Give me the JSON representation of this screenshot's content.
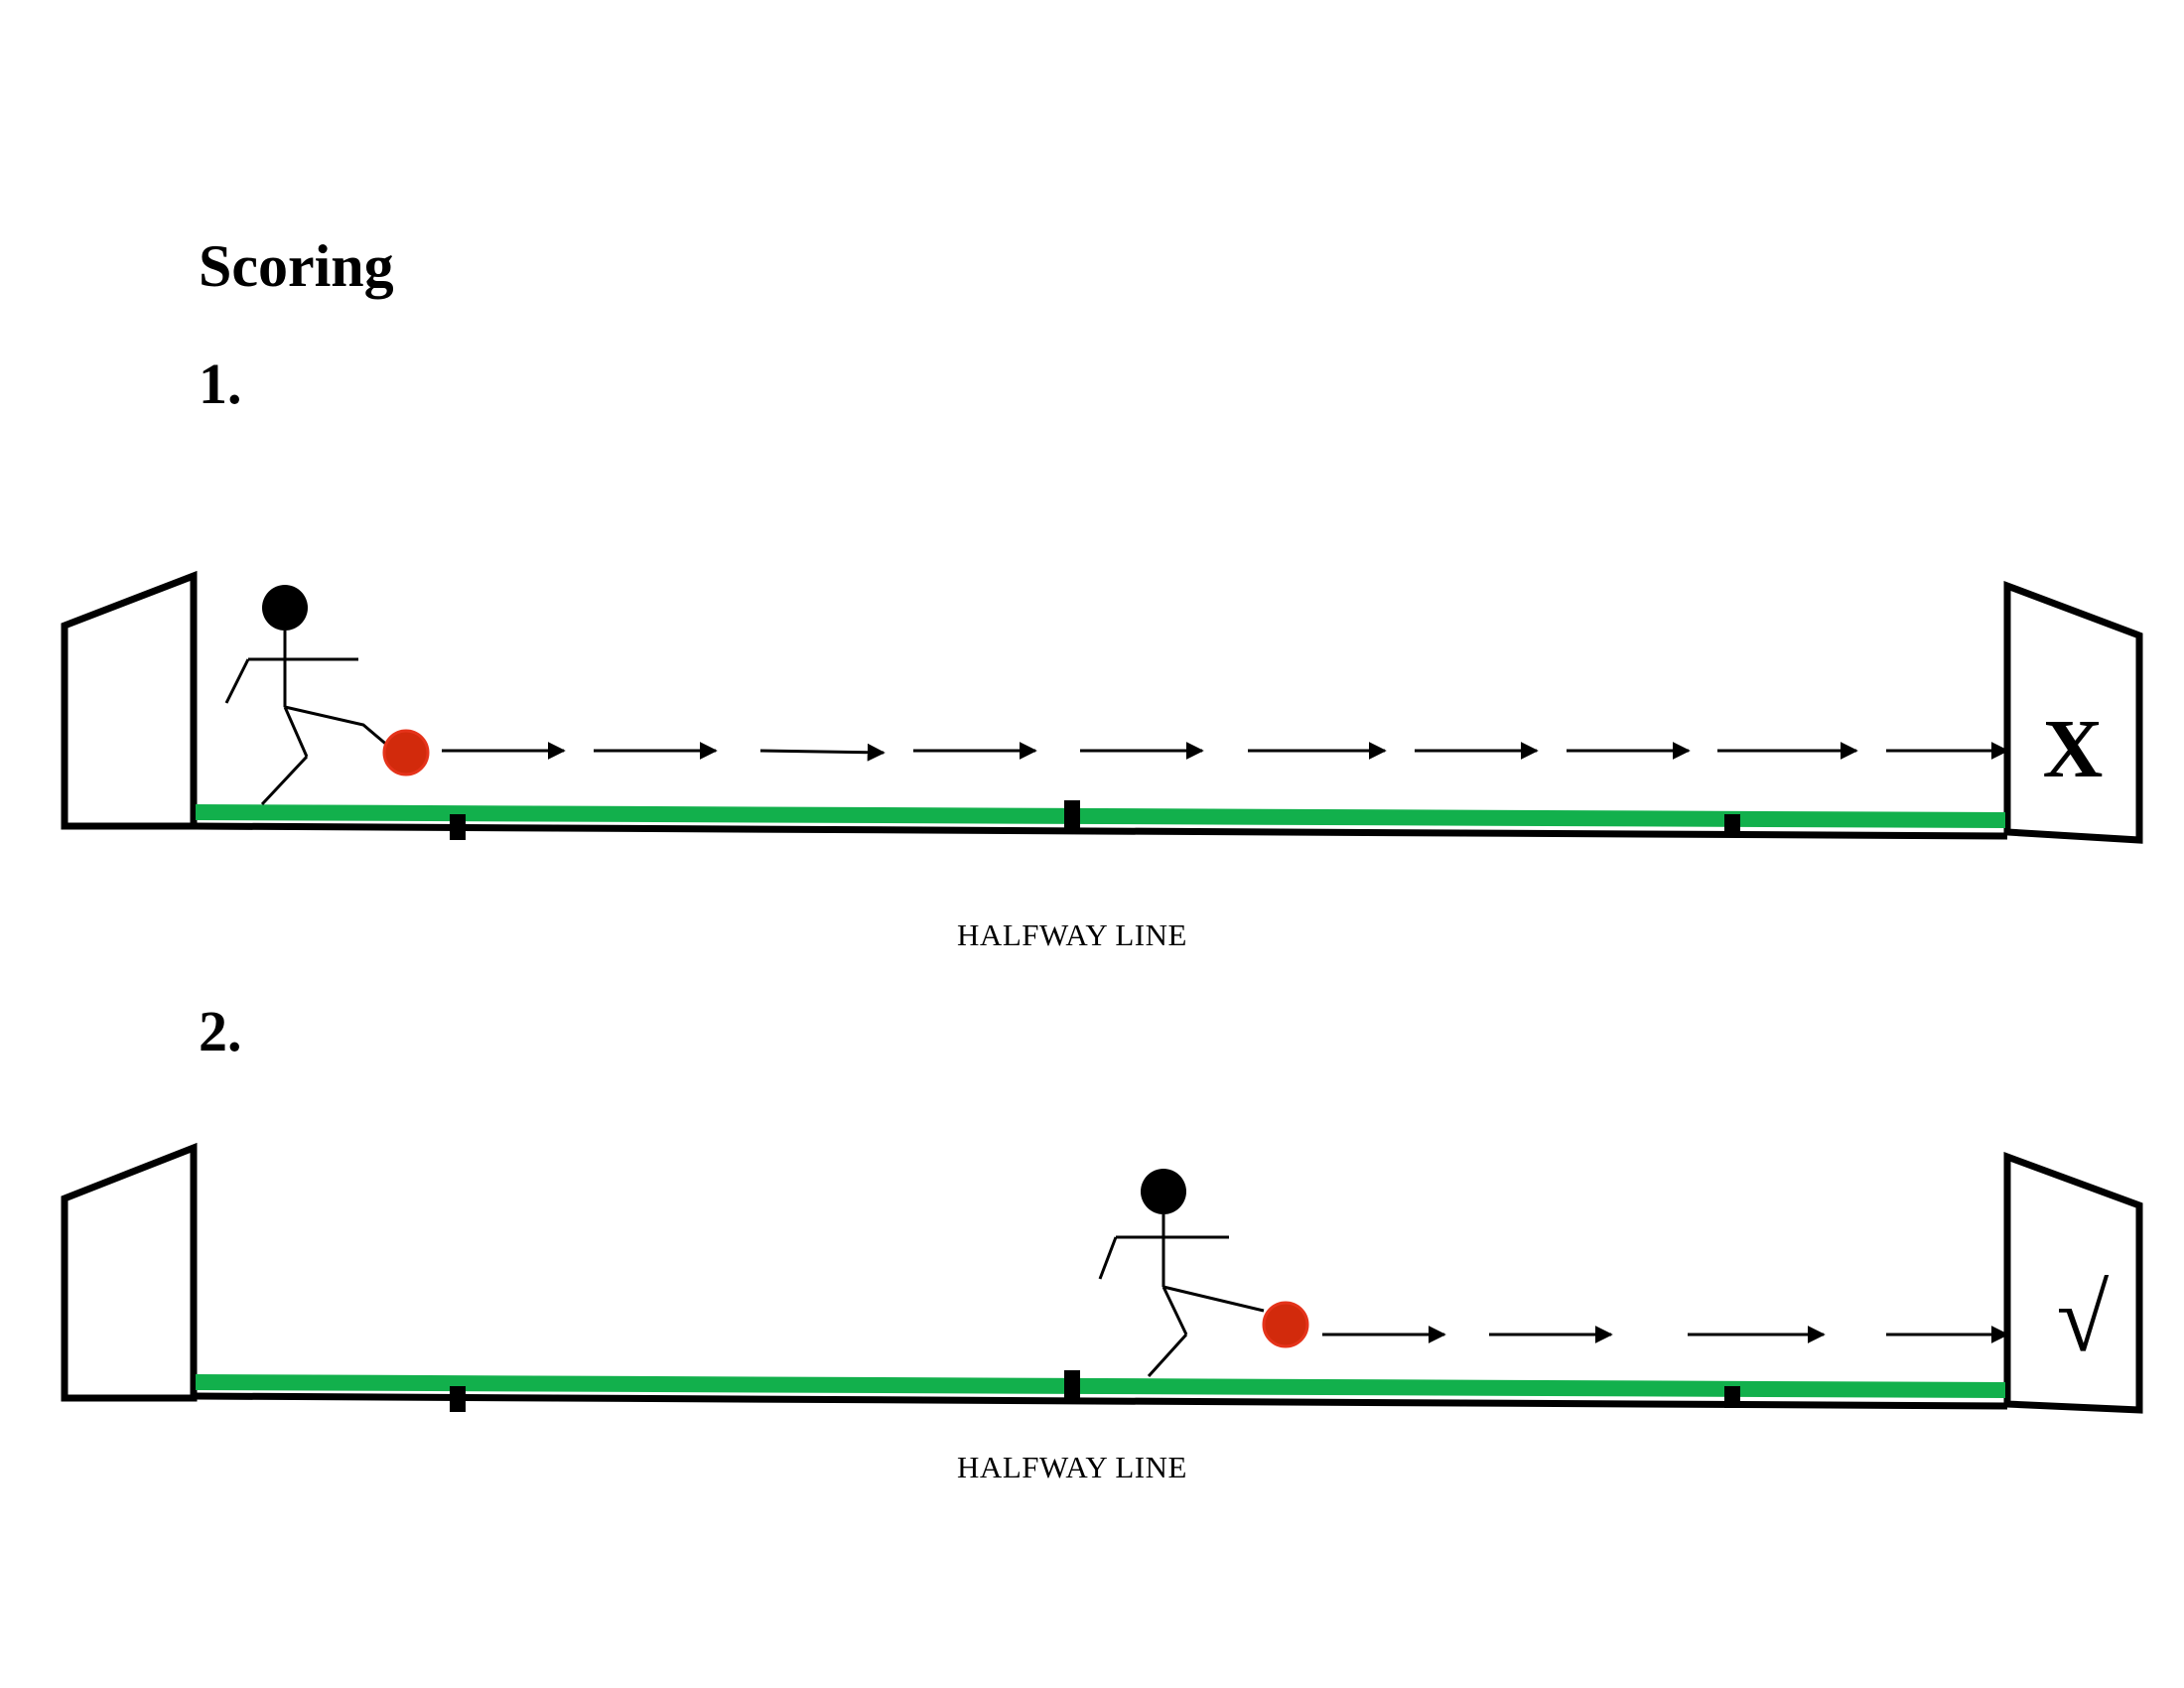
{
  "title": "Scoring",
  "steps": [
    {
      "number": "1.",
      "halfway_label": "HALFWAY LINE",
      "goal_mark": "X",
      "result": "no-score"
    },
    {
      "number": "2.",
      "halfway_label": "HALFWAY LINE",
      "goal_mark": "√",
      "result": "score"
    }
  ],
  "colors": {
    "pitch": "#12b04c",
    "ball": "#d22a0c",
    "ball_outline": "#e5331a",
    "line": "#000000"
  }
}
